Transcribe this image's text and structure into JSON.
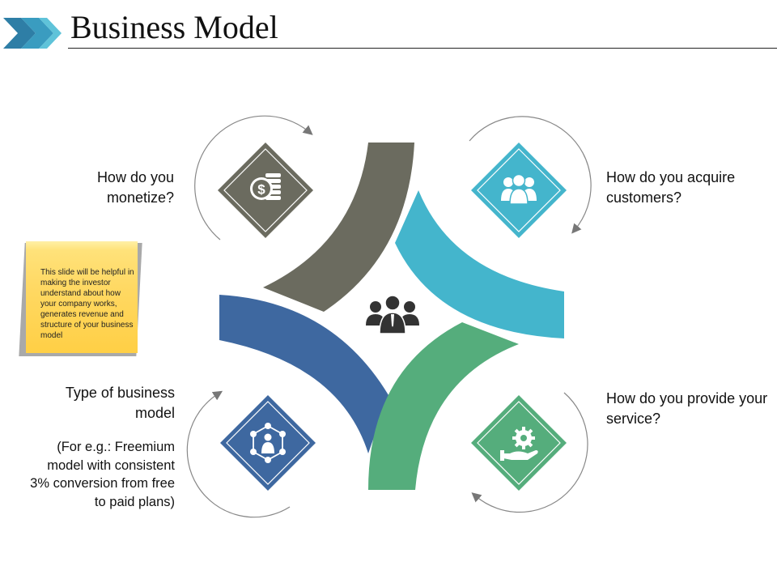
{
  "slide": {
    "title": "Business Model"
  },
  "colors": {
    "gray": "#6b6b5f",
    "teal": "#44b5cc",
    "blue": "#3e68a0",
    "green": "#55ad7c",
    "sticky": "#ffd95a",
    "arrow": "#777777"
  },
  "quadrants": {
    "monetize": {
      "label": "How do you monetize?",
      "icon": "dollar-coins-icon"
    },
    "acquire": {
      "label": "How do you acquire customers?",
      "icon": "people-group-icon"
    },
    "type": {
      "label": "Type of business model",
      "example": "(For e.g.: Freemium model with consistent 3% conversion from free to paid plans)",
      "icon": "network-person-icon"
    },
    "provide": {
      "label": "How do you provide your service?",
      "icon": "hand-gear-icon"
    }
  },
  "center": {
    "icon": "business-team-icon"
  },
  "sticky_note": {
    "text": "This slide will be helpful in making the investor understand about how your company works, generates revenue and structure of your business model"
  }
}
